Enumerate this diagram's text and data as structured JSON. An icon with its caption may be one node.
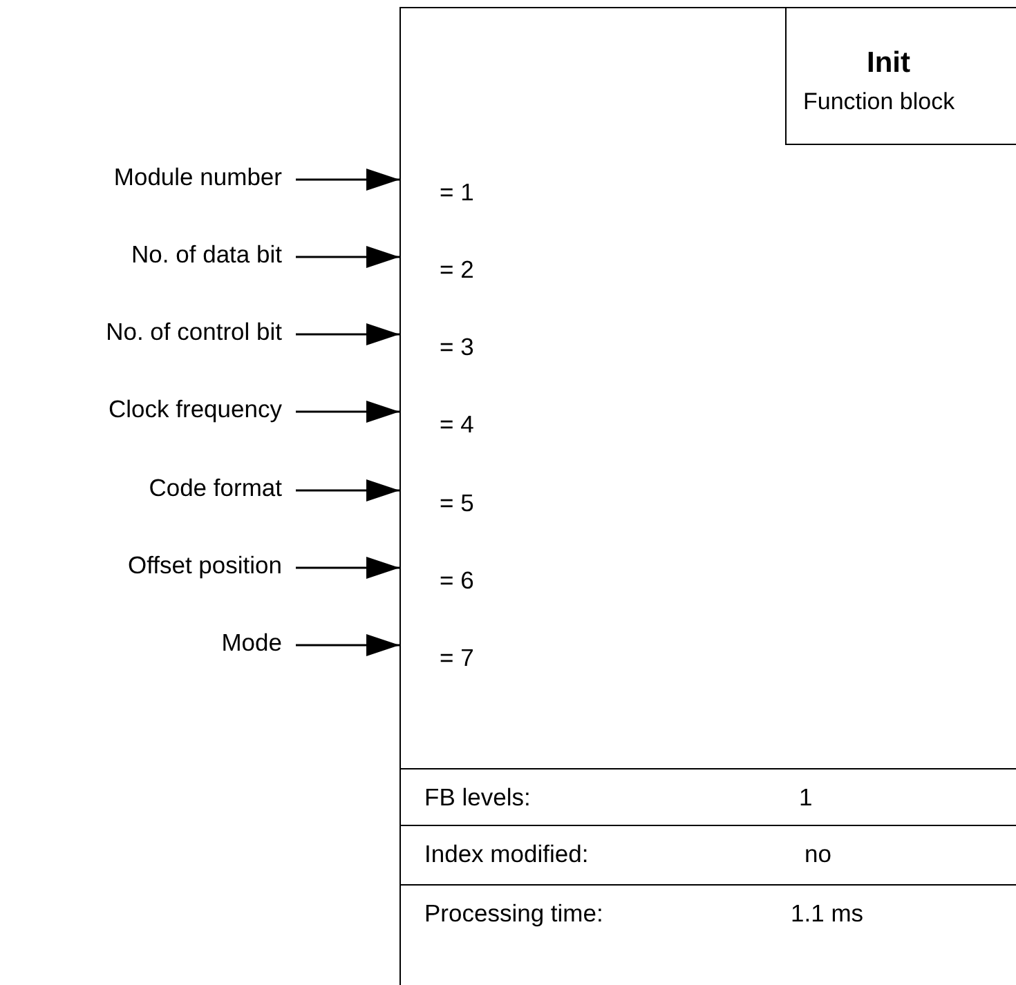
{
  "diagram": {
    "nodes": [
      {
        "text": [],
        "shape": "box"
      },
      {
        "text": [
          "Init",
          "Function block"
        ],
        "in": 0
      },
      {
        "text": [
          "Module number"
        ]
      },
      {
        "text": [
          "No. of data bit"
        ]
      },
      {
        "text": [
          "No. of control bit"
        ]
      },
      {
        "text": [
          "Clock frequency"
        ]
      },
      {
        "text": [
          "Code format"
        ]
      },
      {
        "text": [
          "Offset position"
        ]
      },
      {
        "text": [
          "Mode"
        ]
      },
      {
        "text": [
          "FB levels:",
          "1"
        ],
        "in": 0
      },
      {
        "text": [
          "Index modified:",
          "no"
        ],
        "in": 0
      },
      {
        "text": [
          "Processing time:",
          "1.1 ms"
        ],
        "in": 0
      }
    ],
    "edges": [
      {
        "from": 2,
        "to": 0,
        "arrow": "to"
      },
      {
        "from": 3,
        "to": 0,
        "arrow": "to"
      },
      {
        "from": 4,
        "to": 0,
        "arrow": "to"
      },
      {
        "from": 5,
        "to": 0,
        "arrow": "to"
      },
      {
        "from": 6,
        "to": 0,
        "arrow": "to"
      },
      {
        "from": 7,
        "to": 0,
        "arrow": "to"
      },
      {
        "from": 8,
        "to": 0,
        "arrow": "to"
      }
    ],
    "labels": [
      "= 1",
      "= 2",
      "= 3",
      "= 4",
      "= 5",
      "= 6",
      "= 7"
    ]
  }
}
